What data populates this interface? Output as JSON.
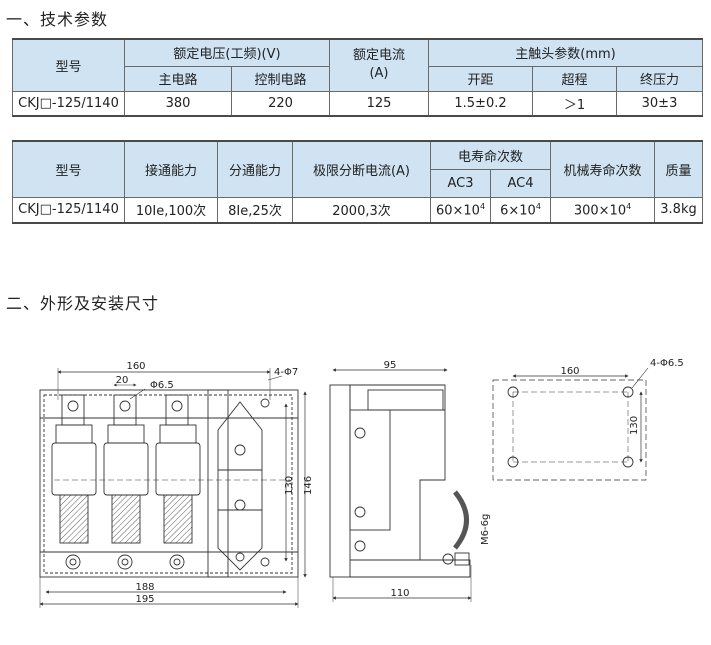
{
  "section1_title": "一、技术参数",
  "section2_title": "二、外形及安装尺寸",
  "table1": {
    "model_header": "型号",
    "rated_voltage_header": "额定电压(工频)(V)",
    "main_circuit_header": "主电路",
    "control_circuit_header": "控制电路",
    "rated_current_header": "额定电流",
    "rated_current_unit": "(A)",
    "contact_params_header": "主触头参数(mm)",
    "gap_header": "开距",
    "overtravel_header": "超程",
    "final_pressure_header": "终压力",
    "row": {
      "model": "CKJ□-125/1140",
      "main_voltage": "380",
      "control_voltage": "220",
      "rated_current": "125",
      "gap": "1.5±0.2",
      "overtravel": "＞1",
      "final_pressure": "30±3"
    }
  },
  "table2": {
    "model_header": "型号",
    "making_header": "接通能力",
    "breaking_header": "分通能力",
    "limit_breaking_header": "极限分断电流(A)",
    "electrical_life_header": "电寿命次数",
    "ac3_header": "AC3",
    "ac4_header": "AC4",
    "mechanical_life_header": "机械寿命次数",
    "mass_header": "质量",
    "row": {
      "model": "CKJ□-125/1140",
      "making": "10Ie,100次",
      "breaking": "8Ie,25次",
      "limit_breaking": "2000,3次",
      "ac3_base": "60×10",
      "ac3_exp": "4",
      "ac4_base": "6×10",
      "ac4_exp": "4",
      "mechanical_base": "300×10",
      "mechanical_exp": "4",
      "mass": "3.8kg"
    }
  },
  "drawing_labels": {
    "front_width_top": "160",
    "pole_pitch": "20",
    "hole_dia_front": "Φ6.5",
    "mount_holes_front": "4-Φ7",
    "front_height_130": "130",
    "front_height_146": "146",
    "front_width_188": "188",
    "front_width_195": "195",
    "side_depth_top": "95",
    "side_depth_bottom": "110",
    "side_thread": "M6-6g",
    "mount_width": "160",
    "mount_height": "130",
    "mount_holes": "4-Φ6.5"
  }
}
